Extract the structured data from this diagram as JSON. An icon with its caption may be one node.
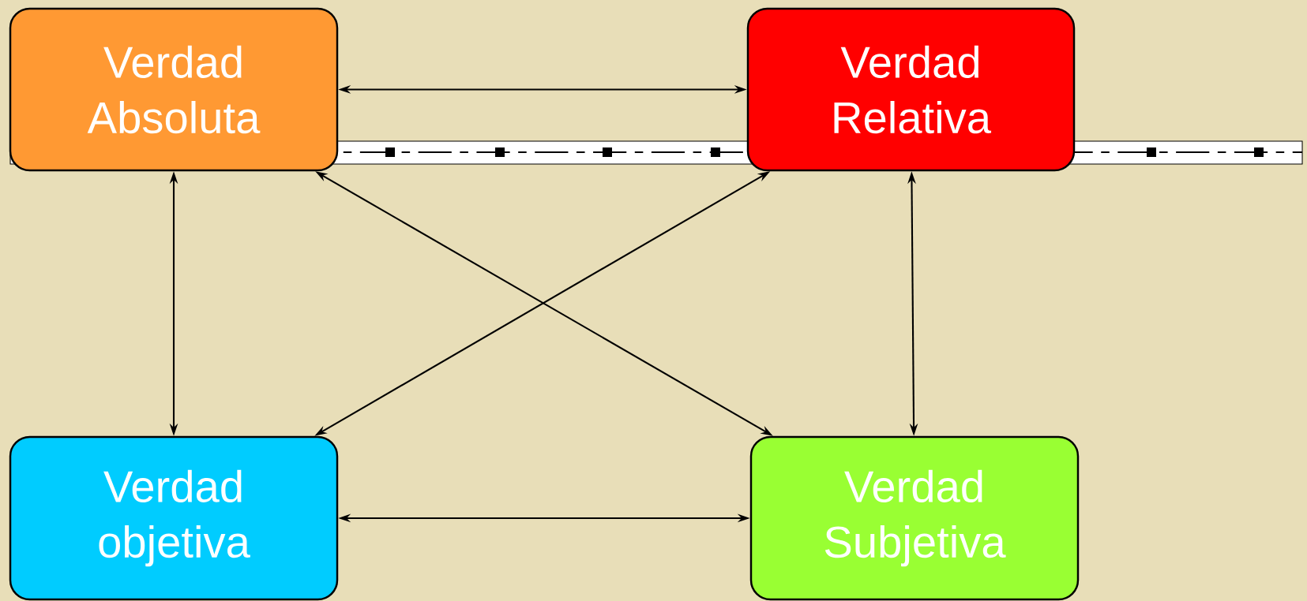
{
  "diagram": {
    "nodes": [
      {
        "text": [
          "Verdad Absoluta"
        ]
      },
      {
        "text": [
          "Verdad Relativa"
        ]
      },
      {
        "text": [
          "Verdad objetiva"
        ]
      },
      {
        "text": [
          "Verdad Subjetiva"
        ]
      }
    ],
    "edges": [
      {
        "from": 0,
        "to": 1,
        "arrow": "both"
      },
      {
        "from": 0,
        "to": 3,
        "arrow": "both"
      },
      {
        "from": 1,
        "to": 2,
        "arrow": "both"
      },
      {
        "from": 0,
        "to": 2,
        "arrow": "both"
      },
      {
        "from": 1,
        "to": 3,
        "arrow": "both"
      },
      {
        "from": 2,
        "to": 3,
        "arrow": "both"
      }
    ]
  }
}
